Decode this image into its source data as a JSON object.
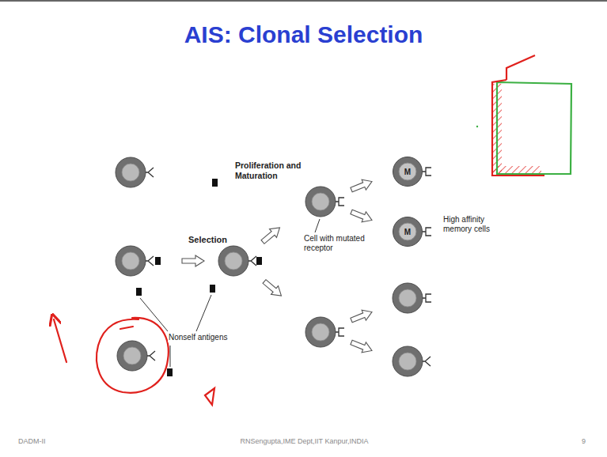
{
  "diagram": {
    "title": "AIS: Clonal Selection",
    "nodes": [
      {
        "text": [
          "M"
        ]
      },
      {
        "text": [
          "M"
        ]
      }
    ],
    "labels": [
      "Proliferation and Maturation",
      "Selection",
      "Cell with mutated receptor",
      "High affinity memory cells",
      "Nonself antigens",
      "DADM-II",
      "RNSengupta,IME Dept,IIT Kanpur,INDIA",
      "9"
    ]
  }
}
